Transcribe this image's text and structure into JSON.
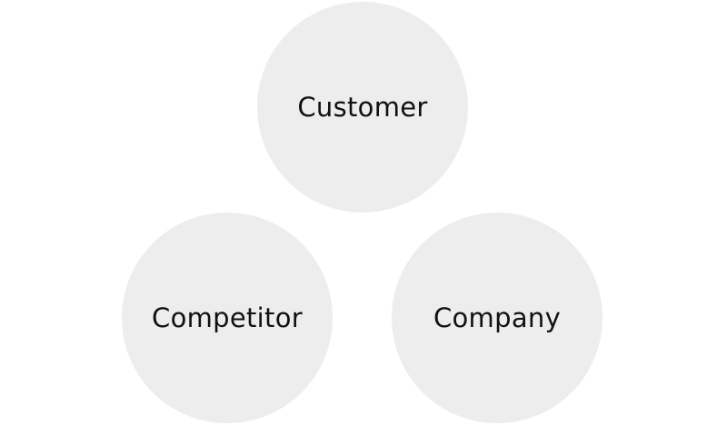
{
  "diagram": {
    "colors": {
      "circle_fill": "#ededed",
      "text": "#111111"
    },
    "nodes": [
      {
        "id": "customer",
        "label": "Customer"
      },
      {
        "id": "competitor",
        "label": "Competitor"
      },
      {
        "id": "company",
        "label": "Company"
      }
    ]
  }
}
